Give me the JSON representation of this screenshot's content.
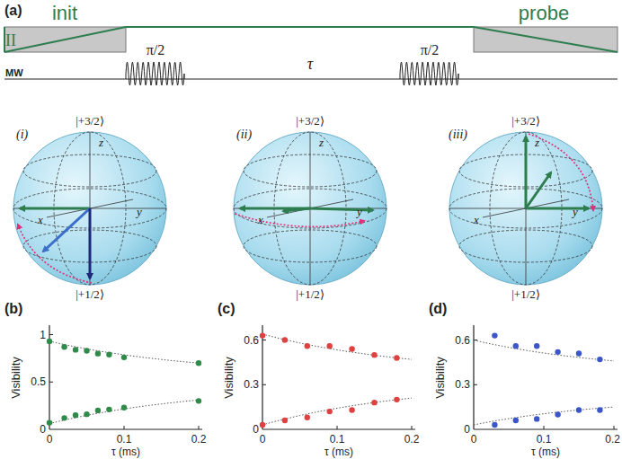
{
  "diagram": {
    "labels": [
      "(a)",
      "II",
      "init",
      "probe",
      "MW",
      "π/2",
      "τ",
      "π/2",
      "(i)",
      "|+3/2⟩",
      "z",
      "x",
      "y",
      "|+1/2⟩",
      "(ii)",
      "|+3/2⟩",
      "z",
      "x",
      "y",
      "|+1/2⟩",
      "(iii)",
      "|+3/2⟩",
      "z",
      "x",
      "y",
      "|+1/2⟩",
      "(b)",
      "Visibility",
      "1",
      "0.5",
      "0",
      "0",
      "0.1",
      "0.2",
      "τ (ms)",
      "(c)",
      "Visibility",
      "0.6",
      "0.3",
      "0",
      "0",
      "0.1",
      "0.2",
      "τ (ms)",
      "(d)",
      "Visibility",
      "0.6",
      "0.3",
      "0",
      "0",
      "0.1",
      "0.2",
      "τ (ms)"
    ]
  }
}
